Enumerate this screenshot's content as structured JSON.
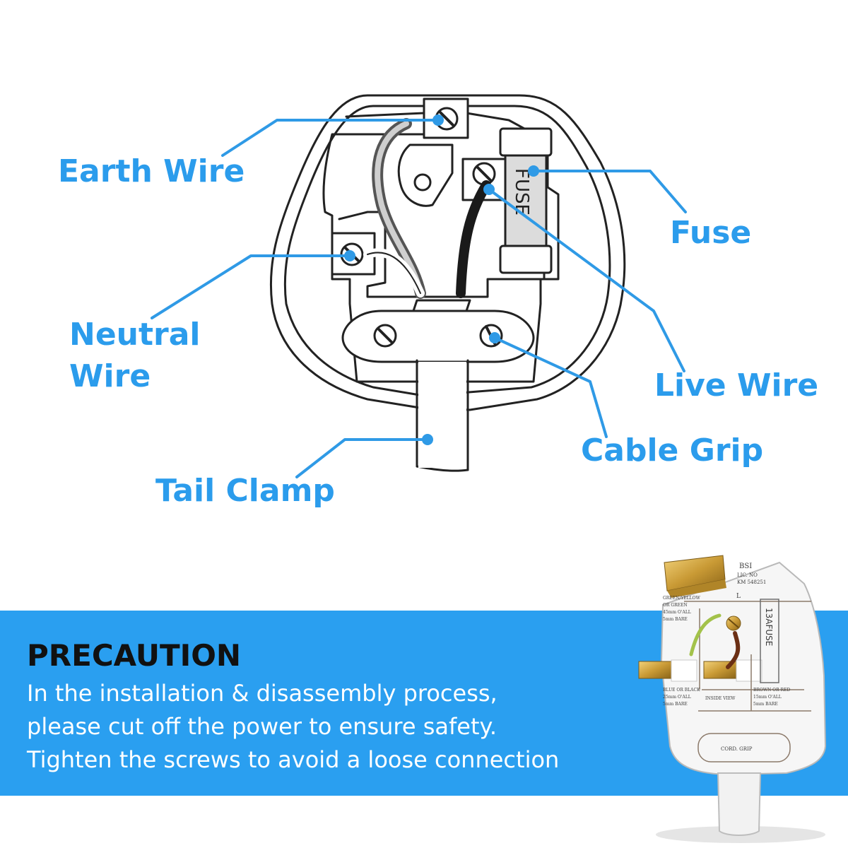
{
  "colors": {
    "accent": "#2a9ff0",
    "label": "#2b9cec",
    "line": "#2f9ae6",
    "outline": "#222222",
    "title": "#111111"
  },
  "diagram": {
    "labels": {
      "earth_wire": "Earth Wire",
      "fuse": "Fuse",
      "neutral_wire_line1": "Neutral",
      "neutral_wire_line2": "Wire",
      "live_wire": "Live Wire",
      "cable_grip": "Cable Grip",
      "tail_clamp": "Tail Clamp"
    },
    "fuse_text": "FUSE"
  },
  "precaution": {
    "title": "PRECAUTION",
    "lines": [
      "In the installation & disassembly process,",
      "please cut off the power to ensure safety.",
      "Tighten the screws to avoid a loose connection"
    ]
  },
  "plug_photo": {
    "markings": {
      "bsi": "BSI",
      "lic_no": "LIC. NO",
      "km_number": "KM 548251",
      "green_yellow": "GREEN/YELLOW",
      "or_green": "OR GREEN",
      "green_length": "45mm O'ALL",
      "green_bare": "5mm BARE",
      "live_letter": "L",
      "fuse_rating": "13AFUSE",
      "blue_or_black": "BLUE OR BLACK",
      "blue_length": "25mm O'ALL",
      "blue_bare": "5mm BARE",
      "inside_view": "INSIDE VIEW",
      "brown_or_red": "BROWN OR RED",
      "brown_length": "15mm O'ALL",
      "brown_bare": "5mm BARE",
      "cord_grip": "CORD. GRIP"
    }
  }
}
